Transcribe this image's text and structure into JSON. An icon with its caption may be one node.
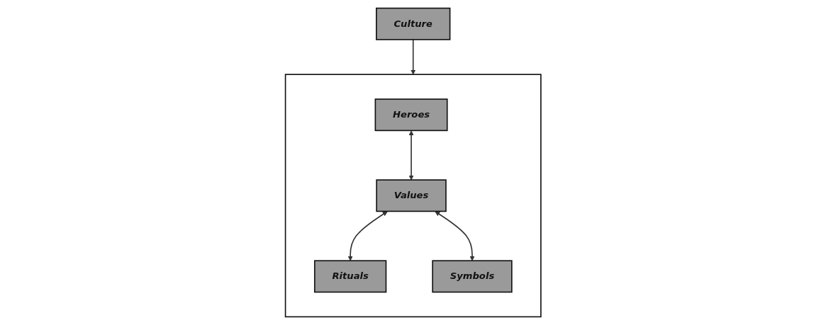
{
  "diagram": {
    "nodes": [
      {
        "text": [
          "Culture"
        ]
      },
      {
        "text": [],
        "shape": "box"
      },
      {
        "text": [
          "Heroes"
        ],
        "in": 1
      },
      {
        "text": [
          "Values"
        ],
        "in": 1
      },
      {
        "text": [
          "Rituals"
        ],
        "in": 1
      },
      {
        "text": [
          "Symbols"
        ],
        "in": 1
      }
    ],
    "edges": [
      {
        "from": 0,
        "to": 1,
        "arrow": "to"
      },
      {
        "from": 2,
        "to": 3,
        "arrow": "both"
      },
      {
        "from": 3,
        "to": 4,
        "arrow": "both"
      },
      {
        "from": 3,
        "to": 5,
        "arrow": "both"
      }
    ]
  }
}
